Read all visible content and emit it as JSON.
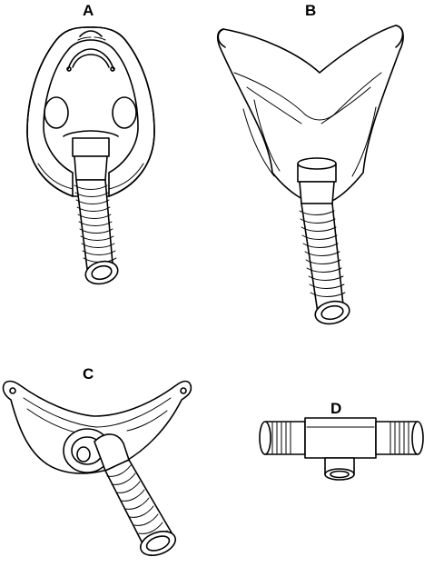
{
  "panels": {
    "a": {
      "label": "A"
    },
    "b": {
      "label": "B"
    },
    "c": {
      "label": "C"
    },
    "d": {
      "label": "D"
    }
  }
}
